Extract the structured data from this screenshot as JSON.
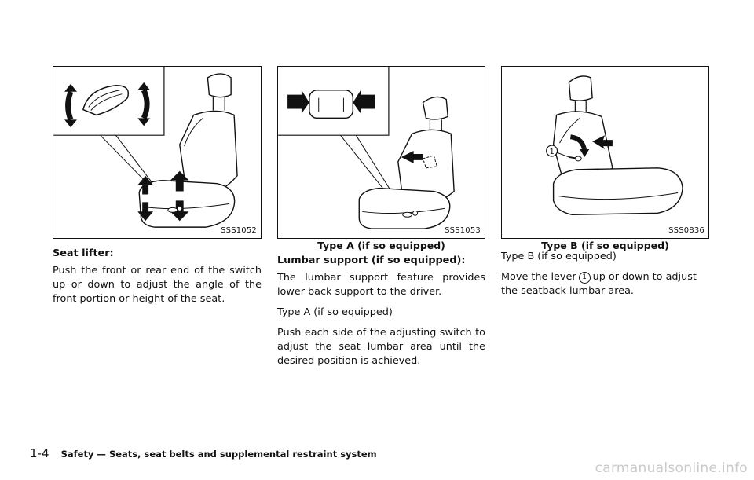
{
  "figures": [
    {
      "code": "SSS1052",
      "caption": ""
    },
    {
      "code": "SSS1053",
      "caption": "Type A (if so equipped)"
    },
    {
      "code": "SSS0836",
      "caption": "Type B (if so equipped)"
    }
  ],
  "column1": {
    "heading": "Seat lifter:",
    "body": "Push the front or rear end of the switch up or down to adjust the angle of the front portion or height of the seat."
  },
  "column2": {
    "heading": "Lumbar support (if so equipped):",
    "p1": "The lumbar support feature provides lower back support to the driver.",
    "p2": "Type A (if so equipped)",
    "p3": "Push each side of the adjusting switch to adjust the seat lumbar area until the desired position is achieved."
  },
  "column3": {
    "p1": "Type B (if so equipped)",
    "p2_before": "Move the lever",
    "p2_marker": "1",
    "p2_after": "up or down to adjust the seatback lumbar area.",
    "figure_marker": "1"
  },
  "footer": {
    "page_number": "1-4",
    "text": "Safety — Seats, seat belts and supplemental restraint system"
  },
  "watermark": "carmanualsonline.info"
}
